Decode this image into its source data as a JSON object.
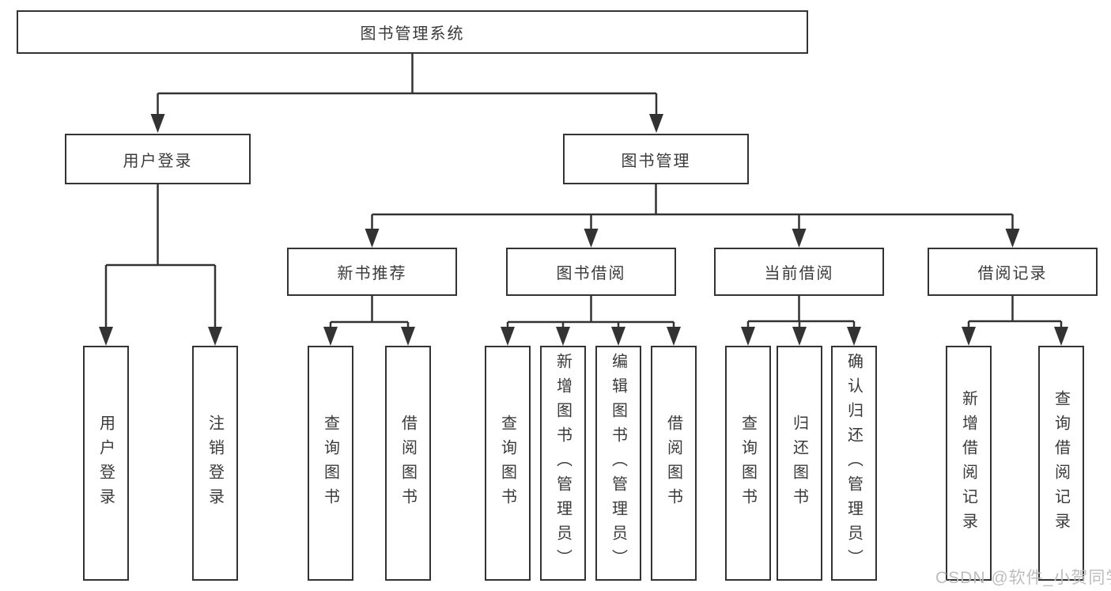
{
  "diagram": {
    "title": "图书管理系统",
    "type": "hierarchy-tree",
    "colors": {
      "line": "#333333",
      "text": "#3a3a3a",
      "box_background": "#ffffff",
      "watermark": "#bdbdbd"
    },
    "tree": {
      "label": "图书管理系统",
      "children": [
        {
          "label": "用户登录",
          "children": [
            {
              "label": "用户登录"
            },
            {
              "label": "注销登录"
            }
          ]
        },
        {
          "label": "图书管理",
          "children": [
            {
              "label": "新书推荐",
              "children": [
                {
                  "label": "查询图书"
                },
                {
                  "label": "借阅图书"
                }
              ]
            },
            {
              "label": "图书借阅",
              "children": [
                {
                  "label": "查询图书"
                },
                {
                  "label": "新增图书（管理员）"
                },
                {
                  "label": "编辑图书（管理员）"
                },
                {
                  "label": "借阅图书"
                }
              ]
            },
            {
              "label": "当前借阅",
              "children": [
                {
                  "label": "查询图书"
                },
                {
                  "label": "归还图书"
                },
                {
                  "label": "确认归还（管理员）"
                }
              ]
            },
            {
              "label": "借阅记录",
              "children": [
                {
                  "label": "新增借阅记录"
                },
                {
                  "label": "查询借阅记录"
                }
              ]
            }
          ]
        }
      ]
    },
    "watermark": "CSDN @软件_小贺同学"
  }
}
